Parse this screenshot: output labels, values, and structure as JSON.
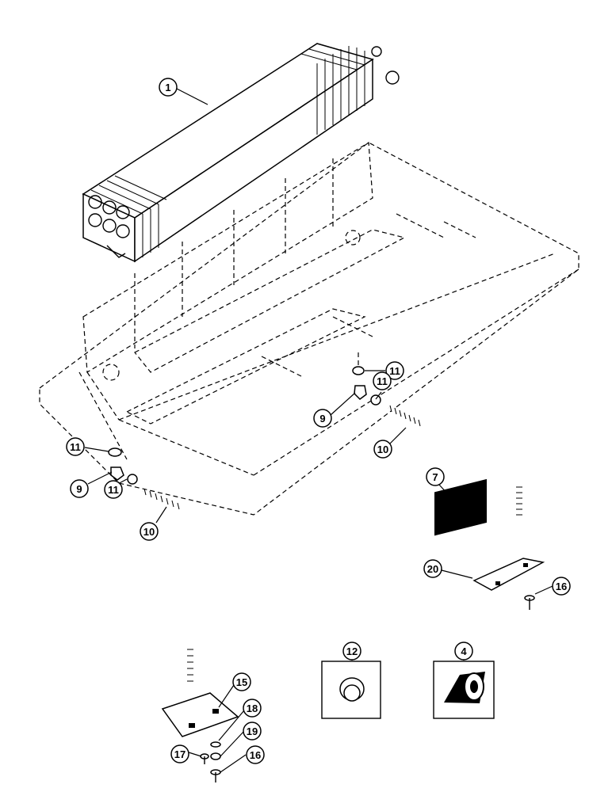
{
  "diagram": {
    "type": "exploded-parts-diagram",
    "callouts": [
      {
        "id": "c1",
        "label": "1"
      },
      {
        "id": "c11a",
        "label": "11"
      },
      {
        "id": "c9a",
        "label": "9"
      },
      {
        "id": "c11b",
        "label": "11"
      },
      {
        "id": "c10a",
        "label": "10"
      },
      {
        "id": "c7",
        "label": "7"
      },
      {
        "id": "c11c",
        "label": "11"
      },
      {
        "id": "c9b",
        "label": "9"
      },
      {
        "id": "c11d",
        "label": "11"
      },
      {
        "id": "c10b",
        "label": "10"
      },
      {
        "id": "c20",
        "label": "20"
      },
      {
        "id": "c16a",
        "label": "16"
      },
      {
        "id": "c12",
        "label": "12"
      },
      {
        "id": "c4",
        "label": "4"
      },
      {
        "id": "c15",
        "label": "15"
      },
      {
        "id": "c18",
        "label": "18"
      },
      {
        "id": "c19",
        "label": "19"
      },
      {
        "id": "c17",
        "label": "17"
      },
      {
        "id": "c16b",
        "label": "16"
      }
    ]
  }
}
